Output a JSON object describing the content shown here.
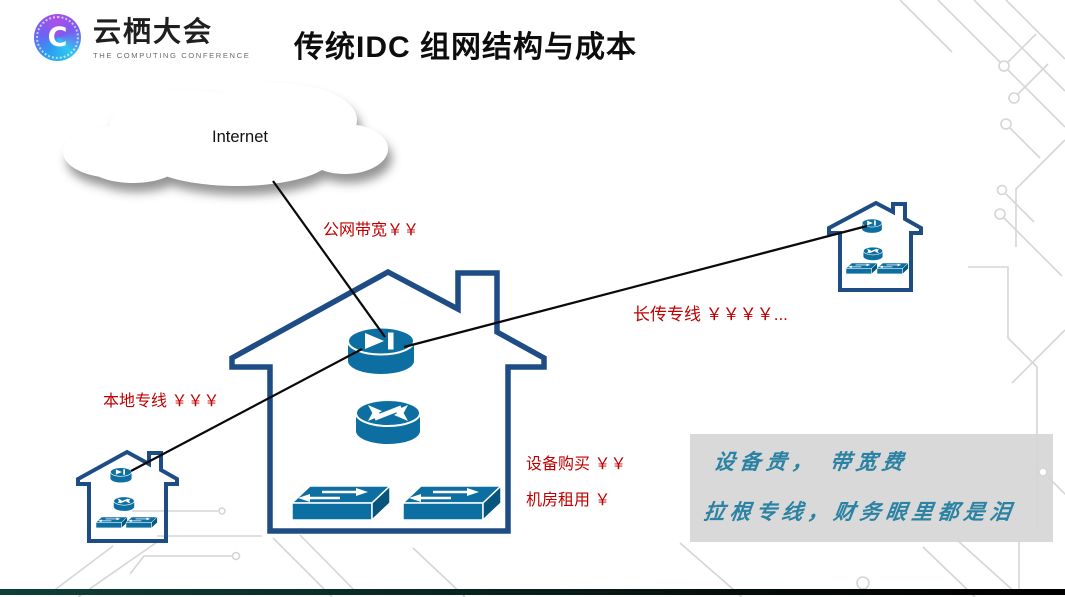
{
  "header": {
    "logo": {
      "monogram": "C",
      "brand": "云栖大会",
      "subtitle": "THE COMPUTING CONFERENCE"
    },
    "title": "传统IDC 组网结构与成本"
  },
  "diagram": {
    "cloud_label": "Internet",
    "cost_labels": {
      "public_bandwidth": "公网带宽￥￥",
      "local_line": "本地专线 ￥￥￥",
      "long_haul": "长传专线 ￥￥￥￥...",
      "equipment": "设备购买 ￥￥",
      "rental": "机房租用 ￥"
    },
    "icons": [
      "internet-cloud-icon",
      "idc-house-icon",
      "content-switch-icon",
      "router-icon",
      "lan-switch-icon",
      "circuit-trace-decoration"
    ]
  },
  "note_box": {
    "line1": "设备贵，  带宽费",
    "line2": "拉根专线，财务眼里都是泪"
  },
  "colors": {
    "house_outline": "#1E4C85",
    "device_fill": "#0D6FA1",
    "device_side_fill": "#07557D",
    "cost_text": "#C00000",
    "note_text": "#2C82A2",
    "note_box_bg": "#D9D9D9",
    "circuit_line": "#D5D5D5",
    "connection_line": "#0A0A0A"
  }
}
